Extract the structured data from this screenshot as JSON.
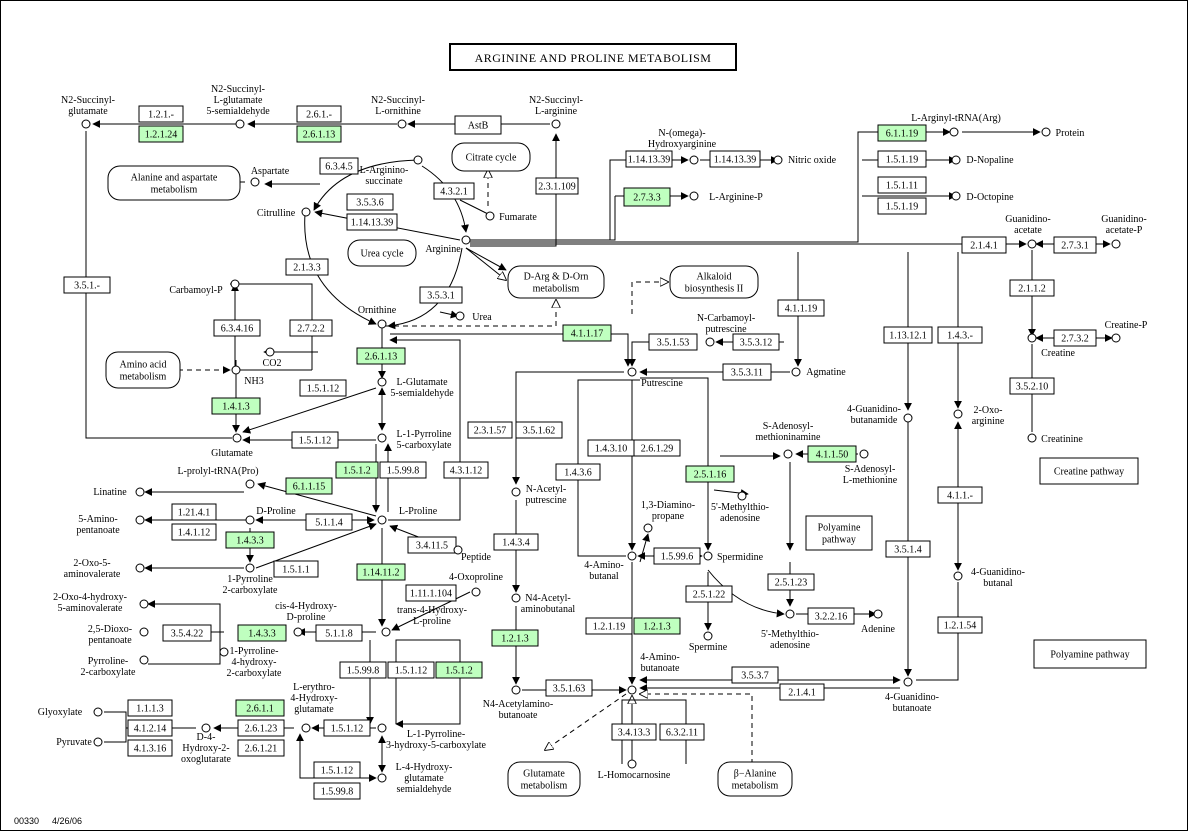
{
  "title": "ARGININE AND PROLINE METABOLISM",
  "footer": {
    "code": "00330",
    "date": "4/26/06"
  },
  "colors": {
    "green_enzyme": "#bfffbf",
    "stroke": "#000000",
    "background": "#ffffff"
  },
  "enzymes": [
    {
      "id": "e1",
      "label": "1.2.1.-",
      "green": false
    },
    {
      "id": "e2",
      "label": "1.2.1.24",
      "green": true
    },
    {
      "id": "e3",
      "label": "2.6.1.-",
      "green": false
    },
    {
      "id": "e4",
      "label": "2.6.1.13",
      "green": true
    },
    {
      "id": "e5",
      "label": "AstB",
      "green": false
    },
    {
      "id": "e6",
      "label": "6.3.4.5",
      "green": false
    },
    {
      "id": "e7",
      "label": "3.5.3.6",
      "green": false
    },
    {
      "id": "e8",
      "label": "1.14.13.39",
      "green": false
    },
    {
      "id": "e9",
      "label": "4.3.2.1",
      "green": false
    },
    {
      "id": "e10",
      "label": "2.3.1.109",
      "green": false
    },
    {
      "id": "e11",
      "label": "1.14.13.39",
      "green": false
    },
    {
      "id": "e12",
      "label": "1.14.13.39",
      "green": false
    },
    {
      "id": "e13",
      "label": "2.7.3.3",
      "green": true
    },
    {
      "id": "e14",
      "label": "6.1.1.19",
      "green": true
    },
    {
      "id": "e15",
      "label": "1.5.1.19",
      "green": false
    },
    {
      "id": "e16",
      "label": "1.5.1.11",
      "green": false
    },
    {
      "id": "e17",
      "label": "1.5.1.19",
      "green": false
    },
    {
      "id": "e18",
      "label": "2.1.4.1",
      "green": false
    },
    {
      "id": "e19",
      "label": "2.7.3.1",
      "green": false
    },
    {
      "id": "e20",
      "label": "2.1.1.2",
      "green": false
    },
    {
      "id": "e21",
      "label": "2.7.3.2",
      "green": false
    },
    {
      "id": "e22",
      "label": "3.5.2.10",
      "green": false
    },
    {
      "id": "e23",
      "label": "3.5.1.-",
      "green": false
    },
    {
      "id": "e24",
      "label": "2.1.3.3",
      "green": false
    },
    {
      "id": "e25",
      "label": "6.3.4.16",
      "green": false
    },
    {
      "id": "e26",
      "label": "2.7.2.2",
      "green": false
    },
    {
      "id": "e27",
      "label": "3.5.3.1",
      "green": false
    },
    {
      "id": "e28",
      "label": "4.1.1.17",
      "green": true
    },
    {
      "id": "e29",
      "label": "3.5.1.53",
      "green": false
    },
    {
      "id": "e30",
      "label": "3.5.3.12",
      "green": false
    },
    {
      "id": "e31",
      "label": "4.1.1.19",
      "green": false
    },
    {
      "id": "e32",
      "label": "3.5.3.11",
      "green": false
    },
    {
      "id": "e33",
      "label": "1.13.12.1",
      "green": false
    },
    {
      "id": "e34",
      "label": "1.4.3.-",
      "green": false
    },
    {
      "id": "e35",
      "label": "2.6.1.13",
      "green": true
    },
    {
      "id": "e36",
      "label": "1.5.1.12",
      "green": false
    },
    {
      "id": "e37",
      "label": "1.4.1.3",
      "green": true
    },
    {
      "id": "e38",
      "label": "1.5.1.12",
      "green": false
    },
    {
      "id": "e39",
      "label": "1.5.1.2",
      "green": true
    },
    {
      "id": "e40",
      "label": "1.5.99.8",
      "green": false
    },
    {
      "id": "e41",
      "label": "4.3.1.12",
      "green": false
    },
    {
      "id": "e42",
      "label": "6.1.1.15",
      "green": true
    },
    {
      "id": "e43",
      "label": "1.21.4.1",
      "green": false
    },
    {
      "id": "e44",
      "label": "1.4.1.12",
      "green": false
    },
    {
      "id": "e45",
      "label": "5.1.1.4",
      "green": false
    },
    {
      "id": "e46",
      "label": "1.4.3.3",
      "green": true
    },
    {
      "id": "e47",
      "label": "3.4.11.5",
      "green": false
    },
    {
      "id": "e48",
      "label": "1.5.1.1",
      "green": false
    },
    {
      "id": "e49",
      "label": "1.14.11.2",
      "green": true
    },
    {
      "id": "e50",
      "label": "1.11.1.104",
      "green": false
    },
    {
      "id": "e51",
      "label": "3.5.4.22",
      "green": false
    },
    {
      "id": "e52",
      "label": "1.4.3.3",
      "green": true
    },
    {
      "id": "e53",
      "label": "5.1.1.8",
      "green": false
    },
    {
      "id": "e54",
      "label": "1.5.99.8",
      "green": false
    },
    {
      "id": "e55",
      "label": "1.5.1.12",
      "green": false
    },
    {
      "id": "e56",
      "label": "1.5.1.2",
      "green": true
    },
    {
      "id": "e57",
      "label": "1.1.1.3",
      "green": false
    },
    {
      "id": "e58",
      "label": "4.1.2.14",
      "green": false
    },
    {
      "id": "e59",
      "label": "4.1.3.16",
      "green": false
    },
    {
      "id": "e60",
      "label": "2.6.1.1",
      "green": true
    },
    {
      "id": "e61",
      "label": "2.6.1.23",
      "green": false
    },
    {
      "id": "e62",
      "label": "2.6.1.21",
      "green": false
    },
    {
      "id": "e63",
      "label": "1.5.1.12",
      "green": false
    },
    {
      "id": "e64",
      "label": "1.5.1.12",
      "green": false
    },
    {
      "id": "e65",
      "label": "1.5.99.8",
      "green": false
    },
    {
      "id": "e66",
      "label": "2.3.1.57",
      "green": false
    },
    {
      "id": "e67",
      "label": "3.5.1.62",
      "green": false
    },
    {
      "id": "e68",
      "label": "1.4.3.10",
      "green": false
    },
    {
      "id": "e69",
      "label": "2.6.1.29",
      "green": false
    },
    {
      "id": "e70",
      "label": "1.4.3.6",
      "green": false
    },
    {
      "id": "e71",
      "label": "2.5.1.16",
      "green": true
    },
    {
      "id": "e72",
      "label": "4.1.1.50",
      "green": true
    },
    {
      "id": "e73",
      "label": "1.5.99.6",
      "green": false
    },
    {
      "id": "e74",
      "label": "1.4.3.4",
      "green": false
    },
    {
      "id": "e75",
      "label": "2.5.1.23",
      "green": false
    },
    {
      "id": "e76",
      "label": "2.5.1.22",
      "green": false
    },
    {
      "id": "e77",
      "label": "3.2.2.16",
      "green": false
    },
    {
      "id": "e78",
      "label": "3.5.1.4",
      "green": false
    },
    {
      "id": "e79",
      "label": "4.1.1.-",
      "green": false
    },
    {
      "id": "e80",
      "label": "1.2.1.54",
      "green": false
    },
    {
      "id": "e81",
      "label": "1.2.1.3",
      "green": true
    },
    {
      "id": "e82",
      "label": "1.2.1.19",
      "green": false
    },
    {
      "id": "e83",
      "label": "1.2.1.3",
      "green": true
    },
    {
      "id": "e84",
      "label": "3.5.1.63",
      "green": false
    },
    {
      "id": "e85",
      "label": "3.5.3.7",
      "green": false
    },
    {
      "id": "e86",
      "label": "2.1.4.1",
      "green": false
    },
    {
      "id": "e87",
      "label": "3.4.13.3",
      "green": false
    },
    {
      "id": "e88",
      "label": "6.3.2.11",
      "green": false
    }
  ],
  "maps": [
    {
      "id": "m1",
      "lines": [
        "Alanine and aspartate",
        "metabolism"
      ]
    },
    {
      "id": "m2",
      "lines": [
        "Citrate cycle"
      ]
    },
    {
      "id": "m3",
      "lines": [
        "Urea cycle"
      ]
    },
    {
      "id": "m4",
      "lines": [
        "D-Arg & D-Orn",
        "metabolism"
      ]
    },
    {
      "id": "m5",
      "lines": [
        "Alkaloid",
        "biosynthesis II"
      ]
    },
    {
      "id": "m6",
      "lines": [
        "Amino acid",
        "metabolism"
      ]
    },
    {
      "id": "m7",
      "lines": [
        "Glutamate",
        "metabolism"
      ]
    },
    {
      "id": "m8",
      "lines": [
        "β−Alanine",
        "metabolism"
      ]
    }
  ],
  "pathway_boxes": [
    {
      "id": "p1",
      "lines": [
        "Creatine pathway"
      ]
    },
    {
      "id": "p2",
      "lines": [
        "Polyamine",
        "pathway"
      ]
    },
    {
      "id": "p3",
      "lines": [
        "Polyamine pathway"
      ]
    }
  ],
  "compounds": [
    {
      "id": "c1",
      "lines": [
        "N2-Succinyl-",
        "glutamate"
      ]
    },
    {
      "id": "c2",
      "lines": [
        "N2-Succinyl-",
        "L-glutamate",
        "5-semialdehyde"
      ]
    },
    {
      "id": "c3",
      "lines": [
        "N2-Succinyl-",
        "L-ornithine"
      ]
    },
    {
      "id": "c4",
      "lines": [
        "N2-Succinyl-",
        "L-arginine"
      ]
    },
    {
      "id": "c5",
      "lines": [
        "Aspartate"
      ]
    },
    {
      "id": "c6",
      "lines": [
        "L-Arginino-",
        "succinate"
      ]
    },
    {
      "id": "c7",
      "lines": [
        "Citrulline"
      ]
    },
    {
      "id": "c8",
      "lines": [
        "Fumarate"
      ]
    },
    {
      "id": "c9",
      "lines": [
        "Arginine"
      ]
    },
    {
      "id": "c10",
      "lines": [
        "N-(omega)-",
        "Hydroxyarginine"
      ]
    },
    {
      "id": "c11",
      "lines": [
        "Nitric oxide"
      ]
    },
    {
      "id": "c12",
      "lines": [
        "L-Arginine-P"
      ]
    },
    {
      "id": "c13",
      "lines": [
        "L-Arginyl-tRNA(Arg)"
      ]
    },
    {
      "id": "c14",
      "lines": [
        "Protein"
      ]
    },
    {
      "id": "c15",
      "lines": [
        "D-Nopaline"
      ]
    },
    {
      "id": "c16",
      "lines": [
        "D-Octopine"
      ]
    },
    {
      "id": "c17",
      "lines": [
        "Guanidino-",
        "acetate"
      ]
    },
    {
      "id": "c18",
      "lines": [
        "Guanidino-",
        "acetate-P"
      ]
    },
    {
      "id": "c19",
      "lines": [
        "Creatine"
      ]
    },
    {
      "id": "c20",
      "lines": [
        "Creatine-P"
      ]
    },
    {
      "id": "c21",
      "lines": [
        "Creatinine"
      ]
    },
    {
      "id": "c22",
      "lines": [
        "Carbamoyl-P"
      ]
    },
    {
      "id": "c23",
      "lines": [
        "CO2"
      ]
    },
    {
      "id": "c24",
      "lines": [
        "NH3"
      ]
    },
    {
      "id": "c25",
      "lines": [
        "Ornithine"
      ]
    },
    {
      "id": "c26",
      "lines": [
        "Urea"
      ]
    },
    {
      "id": "c27",
      "lines": [
        "N-Carbamoyl-",
        "putrescine"
      ]
    },
    {
      "id": "c28",
      "lines": [
        "Agmatine"
      ]
    },
    {
      "id": "c29",
      "lines": [
        "Putrescine"
      ]
    },
    {
      "id": "c30",
      "lines": [
        "L-Glutamate",
        "5-semialdehyde"
      ]
    },
    {
      "id": "c31",
      "lines": [
        "Glutamate"
      ]
    },
    {
      "id": "c32",
      "lines": [
        "L-1-Pyrroline",
        "5-carboxylate"
      ]
    },
    {
      "id": "c33",
      "lines": [
        "L-prolyl-tRNA(Pro)"
      ]
    },
    {
      "id": "c34",
      "lines": [
        "Linatine"
      ]
    },
    {
      "id": "c35",
      "lines": [
        "D-Proline"
      ]
    },
    {
      "id": "c36",
      "lines": [
        "L-Proline"
      ]
    },
    {
      "id": "c37",
      "lines": [
        "5-Amino-",
        "pentanoate"
      ]
    },
    {
      "id": "c38",
      "lines": [
        "2-Oxo-5-",
        "aminovalerate"
      ]
    },
    {
      "id": "c39",
      "lines": [
        "1-Pyrroline",
        "2-carboxylate"
      ]
    },
    {
      "id": "c40",
      "lines": [
        "Peptide"
      ]
    },
    {
      "id": "c41",
      "lines": [
        "4-Oxoproline"
      ]
    },
    {
      "id": "c42",
      "lines": [
        "2-Oxo-4-hydroxy-",
        "5-aminovalerate"
      ]
    },
    {
      "id": "c43",
      "lines": [
        "cis-4-Hydroxy-",
        "D-proline"
      ]
    },
    {
      "id": "c44",
      "lines": [
        "trans-4-Hydroxy-",
        "L-proline"
      ]
    },
    {
      "id": "c45",
      "lines": [
        "2,5-Dioxo-",
        "pentanoate"
      ]
    },
    {
      "id": "c46",
      "lines": [
        "Pyrroline-",
        "2-carboxylate"
      ]
    },
    {
      "id": "c47",
      "lines": [
        "1-Pyrroline-",
        "4-hydroxy-",
        "2-carboxylate"
      ]
    },
    {
      "id": "c48",
      "lines": [
        "Glyoxylate"
      ]
    },
    {
      "id": "c49",
      "lines": [
        "Pyruvate"
      ]
    },
    {
      "id": "c50",
      "lines": [
        "D-4-",
        "Hydroxy-2-",
        "oxoglutarate"
      ]
    },
    {
      "id": "c51",
      "lines": [
        "L-erythro-",
        "4-Hydroxy-",
        "glutamate"
      ]
    },
    {
      "id": "c52",
      "lines": [
        "L-1-Pyrroline-",
        "3-hydroxy-5-carboxylate"
      ]
    },
    {
      "id": "c53",
      "lines": [
        "L-4-Hydroxy-",
        "glutamate",
        "semialdehyde"
      ]
    },
    {
      "id": "c54",
      "lines": [
        "N-Acetyl-",
        "putrescine"
      ]
    },
    {
      "id": "c55",
      "lines": [
        "1,3-Diamino-",
        "propane"
      ]
    },
    {
      "id": "c56",
      "lines": [
        "4-Amino-",
        "butanal"
      ]
    },
    {
      "id": "c57",
      "lines": [
        "Spermidine"
      ]
    },
    {
      "id": "c58",
      "lines": [
        "5'-Methylthio-",
        "adenosine"
      ]
    },
    {
      "id": "c59",
      "lines": [
        "S-Adenosyl-",
        "methioninamine"
      ]
    },
    {
      "id": "c60",
      "lines": [
        "S-Adenosyl-",
        "L-methionine"
      ]
    },
    {
      "id": "c61",
      "lines": [
        "4-Guanidino-",
        "butanamide"
      ]
    },
    {
      "id": "c62",
      "lines": [
        "2-Oxo-",
        "arginine"
      ]
    },
    {
      "id": "c63",
      "lines": [
        "4-Guanidino-",
        "butanal"
      ]
    },
    {
      "id": "c64",
      "lines": [
        "N4-Acetyl-",
        "aminobutanal"
      ]
    },
    {
      "id": "c65",
      "lines": [
        "Spermine"
      ]
    },
    {
      "id": "c66",
      "lines": [
        "5'-Methylthio-",
        "adenosine"
      ]
    },
    {
      "id": "c67",
      "lines": [
        "Adenine"
      ]
    },
    {
      "id": "c68",
      "lines": [
        "4-Amino-",
        "butanoate"
      ]
    },
    {
      "id": "c69",
      "lines": [
        "N4-Acetylamino-",
        "butanoate"
      ]
    },
    {
      "id": "c70",
      "lines": [
        "4-Guanidino-",
        "butanoate"
      ]
    },
    {
      "id": "c71",
      "lines": [
        "L-Homocarnosine"
      ]
    }
  ]
}
